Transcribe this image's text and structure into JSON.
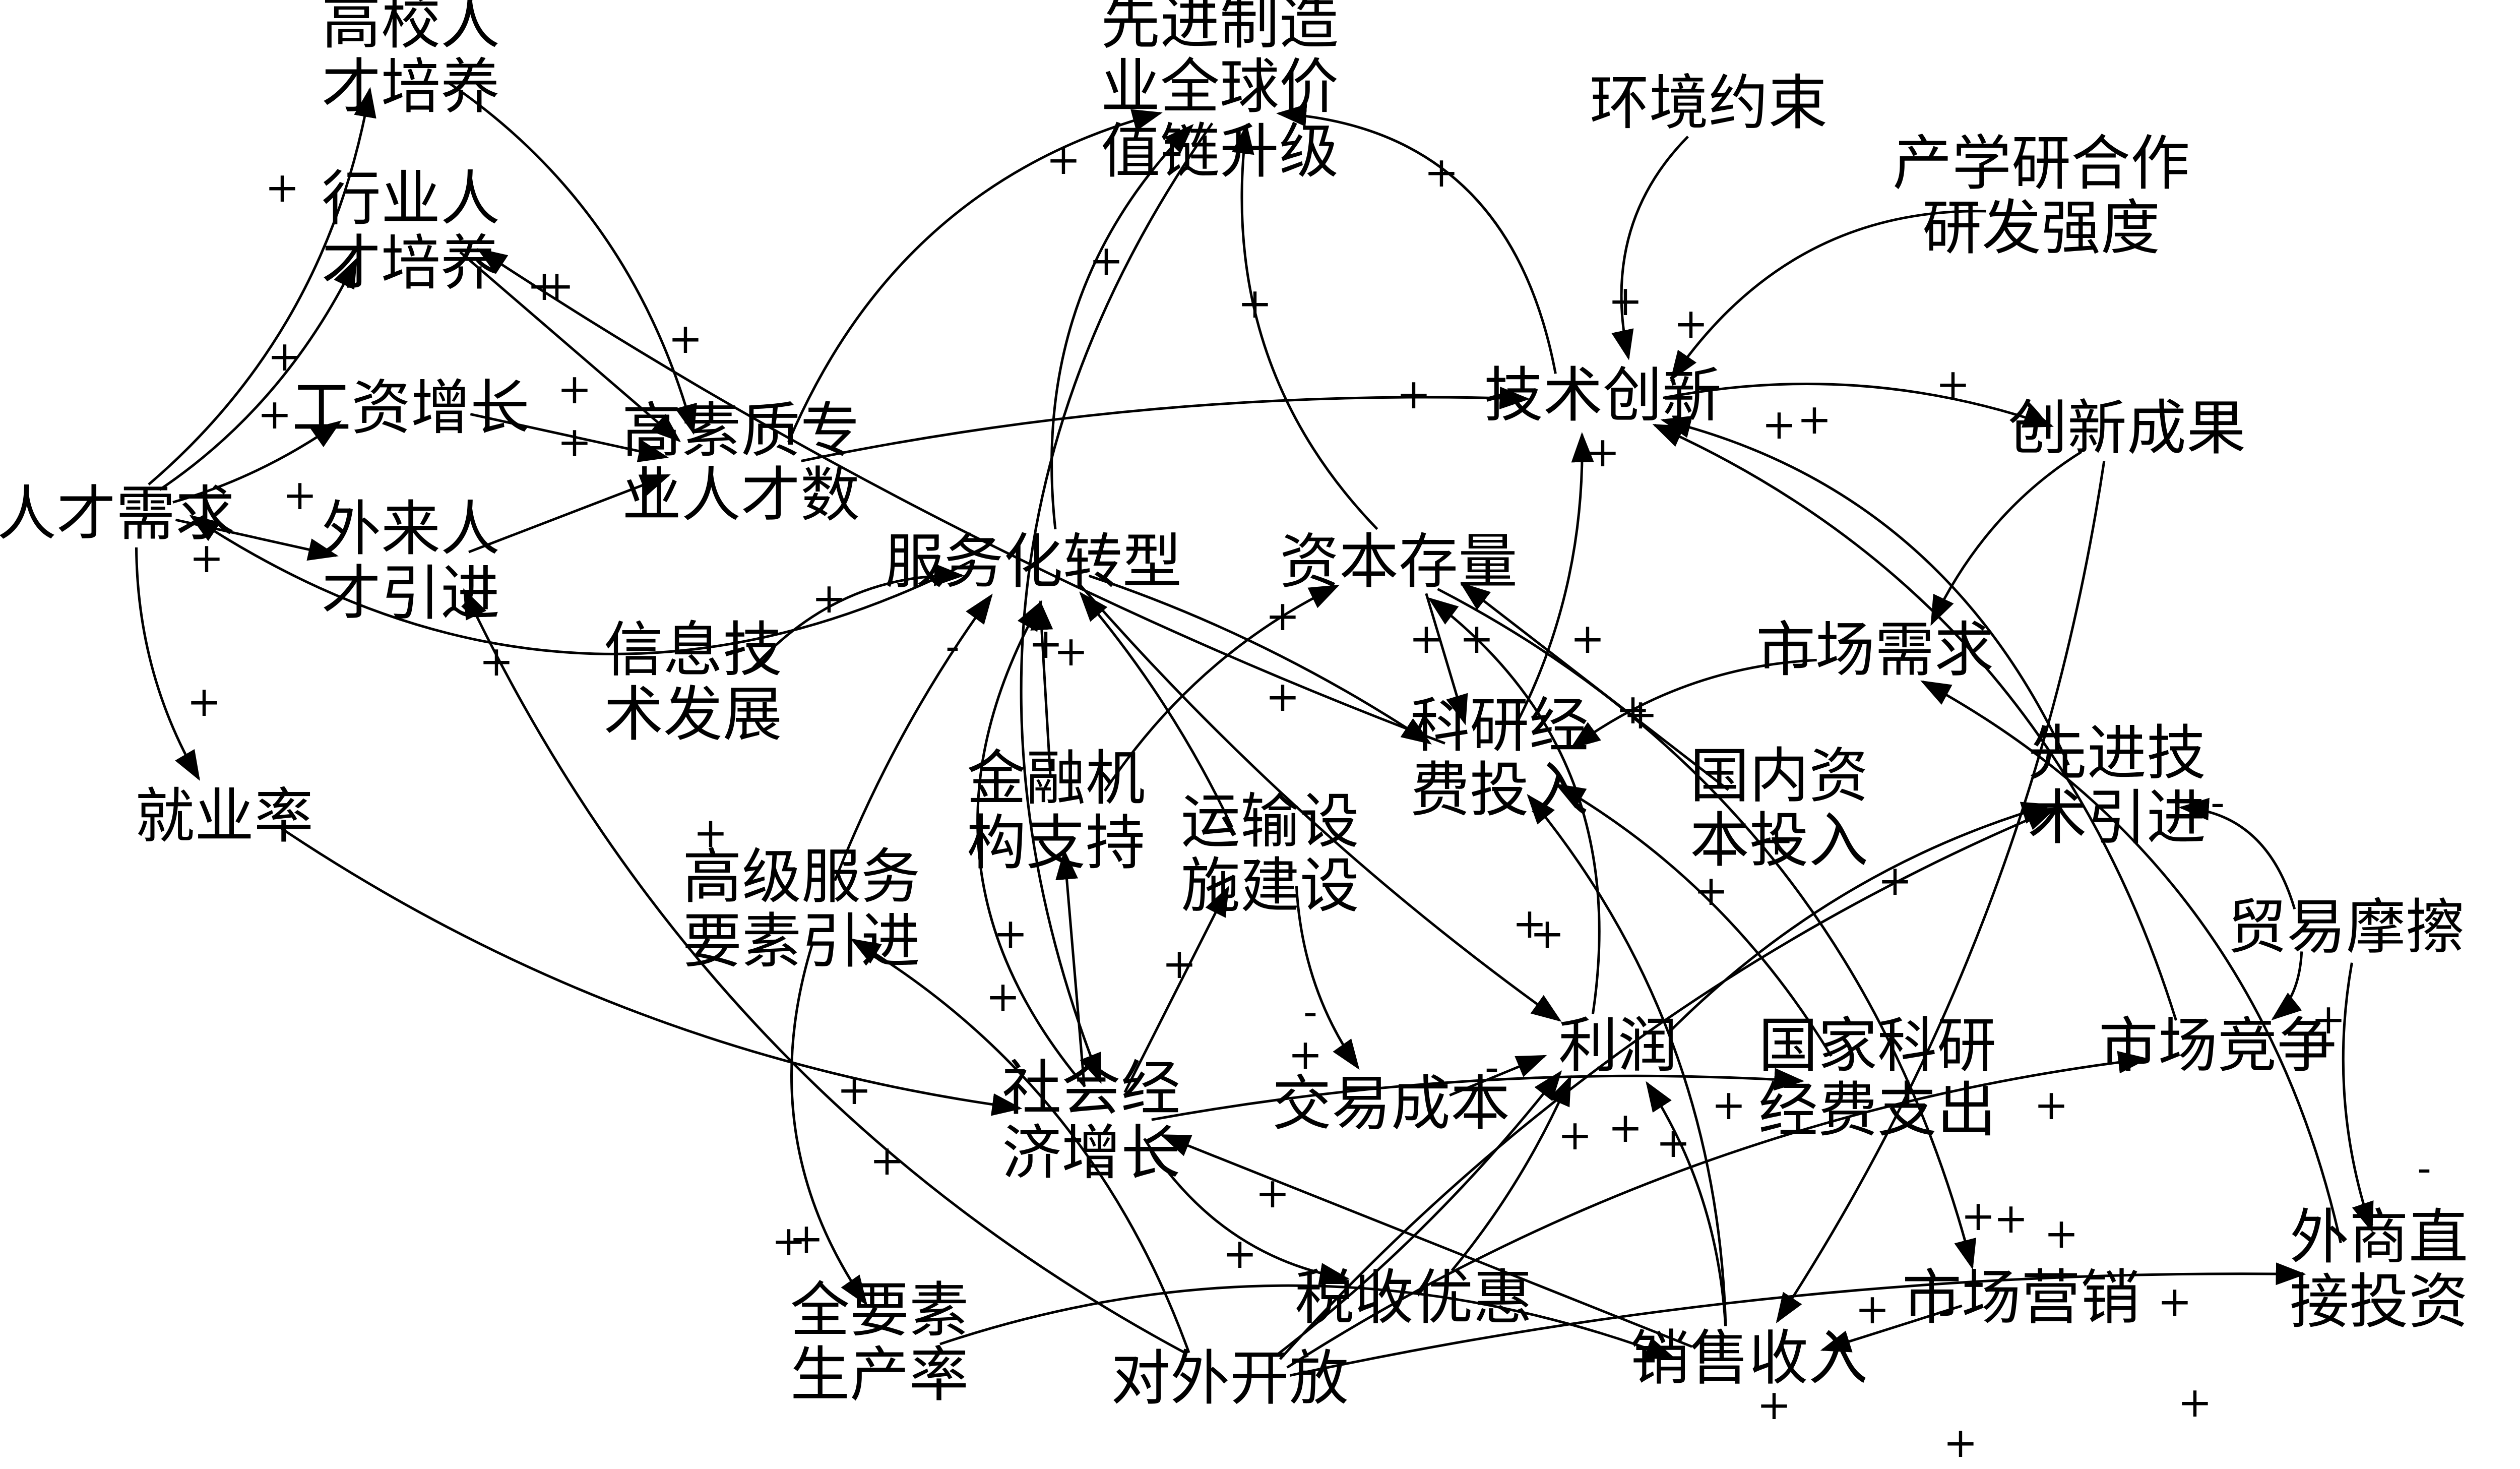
{
  "nodes": [
    {
      "id": "gaoxiao",
      "lines": [
        "高校人",
        "才培养"
      ]
    },
    {
      "id": "hangye",
      "lines": [
        "行业人",
        "才培养"
      ]
    },
    {
      "id": "gongzi",
      "lines": [
        "工资增长"
      ]
    },
    {
      "id": "rencai_xuqiu",
      "lines": [
        "人才需求"
      ]
    },
    {
      "id": "wailai",
      "lines": [
        "外来人",
        "才引进"
      ]
    },
    {
      "id": "gaosuzhi",
      "lines": [
        "高素质专",
        "业人才数"
      ]
    },
    {
      "id": "jiuye",
      "lines": [
        "就业率"
      ]
    },
    {
      "id": "xinxi",
      "lines": [
        "信息技",
        "术发展"
      ]
    },
    {
      "id": "xianjin_zhizao",
      "lines": [
        "先进制造",
        "业全球价",
        "值链升级"
      ]
    },
    {
      "id": "huanjing",
      "lines": [
        "环境约束"
      ]
    },
    {
      "id": "chanxueyan",
      "lines": [
        "产学研合作",
        "研发强度"
      ]
    },
    {
      "id": "jishu_chuangxin",
      "lines": [
        "技术创新"
      ]
    },
    {
      "id": "chuangxin_chengguo",
      "lines": [
        "创新成果"
      ]
    },
    {
      "id": "fuwuhua",
      "lines": [
        "服务化转型"
      ]
    },
    {
      "id": "ziben_cunliang",
      "lines": [
        "资本存量"
      ]
    },
    {
      "id": "shichang_xuqiu",
      "lines": [
        "市场需求"
      ]
    },
    {
      "id": "keyan_touru",
      "lines": [
        "科研经",
        "费投入"
      ]
    },
    {
      "id": "jinrong",
      "lines": [
        "金融机",
        "构支持"
      ]
    },
    {
      "id": "yunshu",
      "lines": [
        "运输设",
        "施建设"
      ]
    },
    {
      "id": "guonei_ziben",
      "lines": [
        "国内资",
        "本投入"
      ]
    },
    {
      "id": "xianjin_jishu",
      "lines": [
        "先进技",
        "术引进"
      ]
    },
    {
      "id": "maoyi",
      "lines": [
        "贸易摩擦"
      ]
    },
    {
      "id": "gaoji_fuwu",
      "lines": [
        "高级服务",
        "要素引进"
      ]
    },
    {
      "id": "lirun",
      "lines": [
        "利润"
      ]
    },
    {
      "id": "jiaoyi",
      "lines": [
        "交易成本"
      ]
    },
    {
      "id": "shehui",
      "lines": [
        "社会经",
        "济增长"
      ]
    },
    {
      "id": "guojia_keyan",
      "lines": [
        "国家科研",
        "经费支出"
      ]
    },
    {
      "id": "shichang_jingzheng",
      "lines": [
        "市场竞争"
      ]
    },
    {
      "id": "shuishou",
      "lines": [
        "税收优惠"
      ]
    },
    {
      "id": "quanyaosu",
      "lines": [
        "全要素",
        "生产率"
      ]
    },
    {
      "id": "duiwai",
      "lines": [
        "对外开放"
      ]
    },
    {
      "id": "xiaoshou",
      "lines": [
        "销售收入"
      ]
    },
    {
      "id": "shichang_yingxiao",
      "lines": [
        "市场营销"
      ]
    },
    {
      "id": "waishang",
      "lines": [
        "外商直",
        "接投资"
      ]
    }
  ],
  "polarities": [
    "+",
    "+",
    "+",
    "+",
    "+",
    "+",
    "+",
    "+",
    "+",
    "+",
    "+",
    "+",
    "+",
    "+",
    "+",
    "+",
    "+",
    "+",
    "+",
    "+",
    "+",
    "+",
    "+",
    "+",
    "+",
    "+",
    "+",
    "+",
    "+",
    "+",
    "+",
    "+",
    "+",
    "+",
    "+",
    "+",
    "+",
    "+",
    "+",
    "+",
    "+",
    "+",
    "+",
    "+",
    "+",
    "+",
    "+",
    "+",
    "+",
    "+",
    "+",
    "+",
    "+",
    "+",
    "+",
    "+",
    "+",
    "+",
    "+",
    "+",
    "+",
    "+",
    "+",
    "-",
    "-",
    "-",
    "-",
    "-"
  ],
  "colors": {
    "ink": "#000000",
    "background": "#ffffff"
  }
}
